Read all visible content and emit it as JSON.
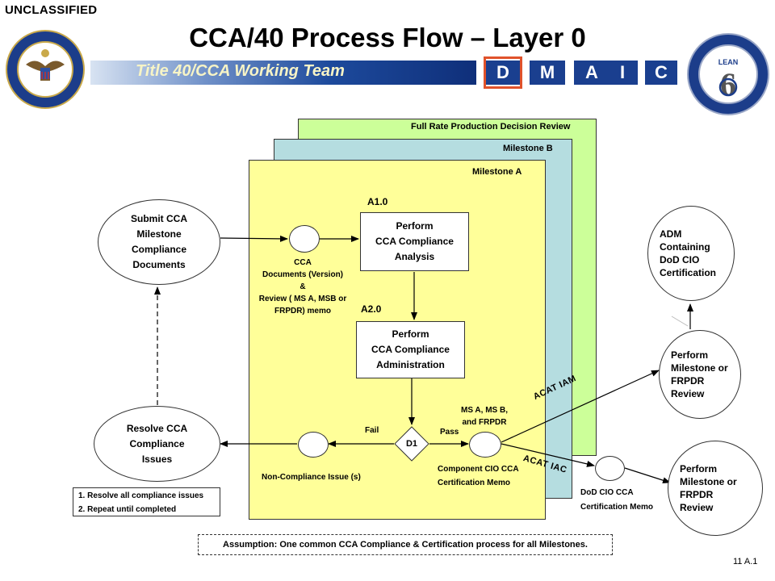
{
  "header": {
    "classification": "UNCLASSIFIED",
    "title": "CCA/40 Process Flow – Layer 0",
    "banner": "Title 40/CCA Working Team",
    "dmaic": [
      "D",
      "M",
      "A",
      "I",
      "C"
    ],
    "dmaic_highlight": "D",
    "left_seal": "Department of Defense seal",
    "right_seal": "Lean Six Sigma Program Office seal"
  },
  "colors": {
    "panel_frpdr": "#ccff99",
    "panel_msb": "#b5dde0",
    "panel_msa": "#ffff99",
    "banner_dark": "#0f2f7a",
    "dmaic_bg": "#1a3f8f",
    "highlight": "#e0522b"
  },
  "panels": {
    "frpdr": "Full Rate Production Decision Review",
    "msb": "Milestone B",
    "msa": "Milestone A"
  },
  "nodes": {
    "submit_cca": [
      "Submit CCA",
      "Milestone",
      "Compliance",
      "Documents"
    ],
    "cca_docs_label": [
      "CCA",
      "Documents (Version)",
      "&",
      "Review ( MS A, MSB or",
      "FRPDR) memo"
    ],
    "a1_id": "A1.0",
    "a1_box": [
      "Perform",
      "CCA Compliance",
      "Analysis"
    ],
    "a2_id": "A2.0",
    "a2_box": [
      "Perform",
      "CCA Compliance",
      "Administration"
    ],
    "decision": "D1",
    "fail": "Fail",
    "pass": "Pass",
    "ms_label": [
      "MS A, MS B,",
      "and FRPDR"
    ],
    "component_memo": [
      "Component CIO CCA",
      "Certification Memo"
    ],
    "noncompliance": "Non-Compliance Issue (s)",
    "resolve": [
      "Resolve CCA",
      "Compliance",
      "Issues"
    ],
    "resolve_steps": [
      "1. Resolve all compliance issues",
      "2. Repeat until completed"
    ],
    "adm": [
      "ADM",
      "Containing",
      "DoD CIO",
      "Certification"
    ],
    "perform_review_1": [
      "Perform",
      "Milestone or",
      "FRPDR",
      "Review"
    ],
    "perform_review_2": [
      "Perform",
      "Milestone or",
      "FRPDR",
      "Review"
    ],
    "acat_iam": "ACAT IAM",
    "acat_iac": "ACAT IAC",
    "dod_memo": [
      "DoD CIO CCA",
      "Certification Memo"
    ],
    "assumption": "Assumption: One common CCA Compliance & Certification process for all Milestones.",
    "page_number": "11 A.1"
  }
}
